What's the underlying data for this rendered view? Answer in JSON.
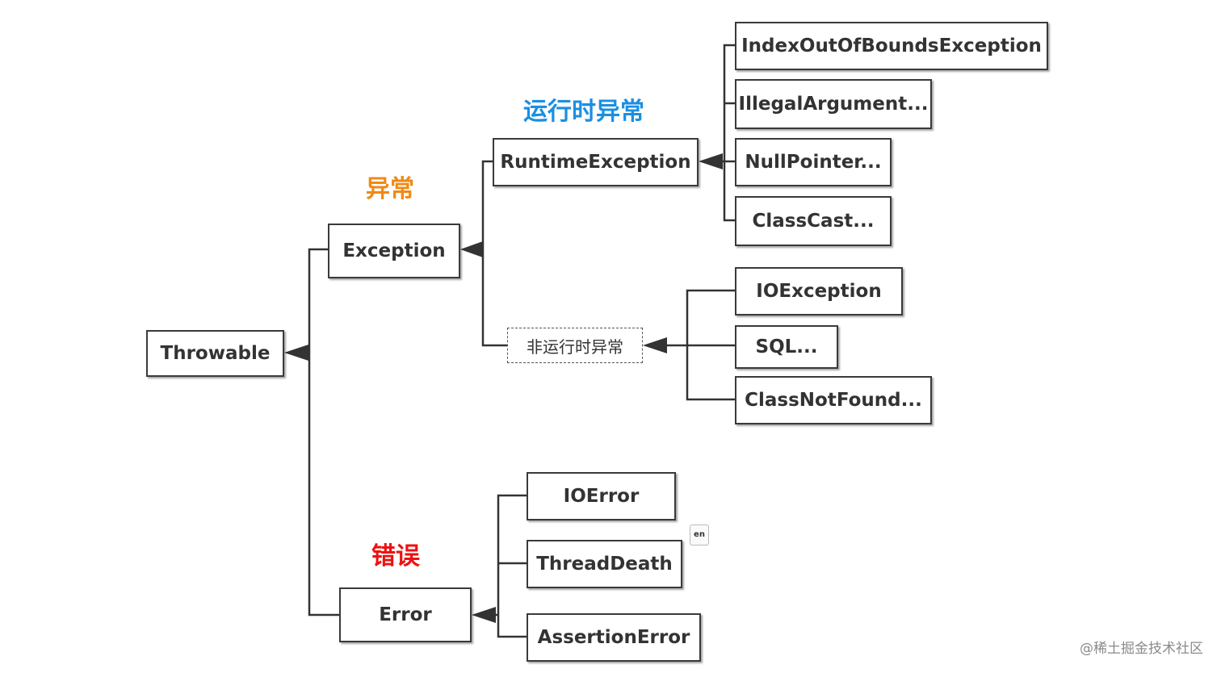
{
  "colors": {
    "runtime_label": "#1a8fe3",
    "exception_label": "#f08a14",
    "error_label": "#ee1111",
    "line": "#333333"
  },
  "labels": {
    "runtime": "运行时异常",
    "exception": "异常",
    "error": "错误"
  },
  "nodes": {
    "throwable": "Throwable",
    "exception": "Exception",
    "error": "Error",
    "runtime_exception": "RuntimeException",
    "non_runtime": "非运行时异常",
    "index_out_of_bounds": "IndexOutOfBoundsException",
    "illegal_argument": "IllegalArgument...",
    "null_pointer": "NullPointer...",
    "class_cast": "ClassCast...",
    "io_exception": "IOException",
    "sql": "SQL...",
    "class_not_found": "ClassNotFound...",
    "io_error": "IOError",
    "thread_death": "ThreadDeath",
    "assertion_error": "AssertionError"
  },
  "watermark": "@稀土掘金技术社区",
  "badge_icon": "translate-icon",
  "badge_text": "en"
}
